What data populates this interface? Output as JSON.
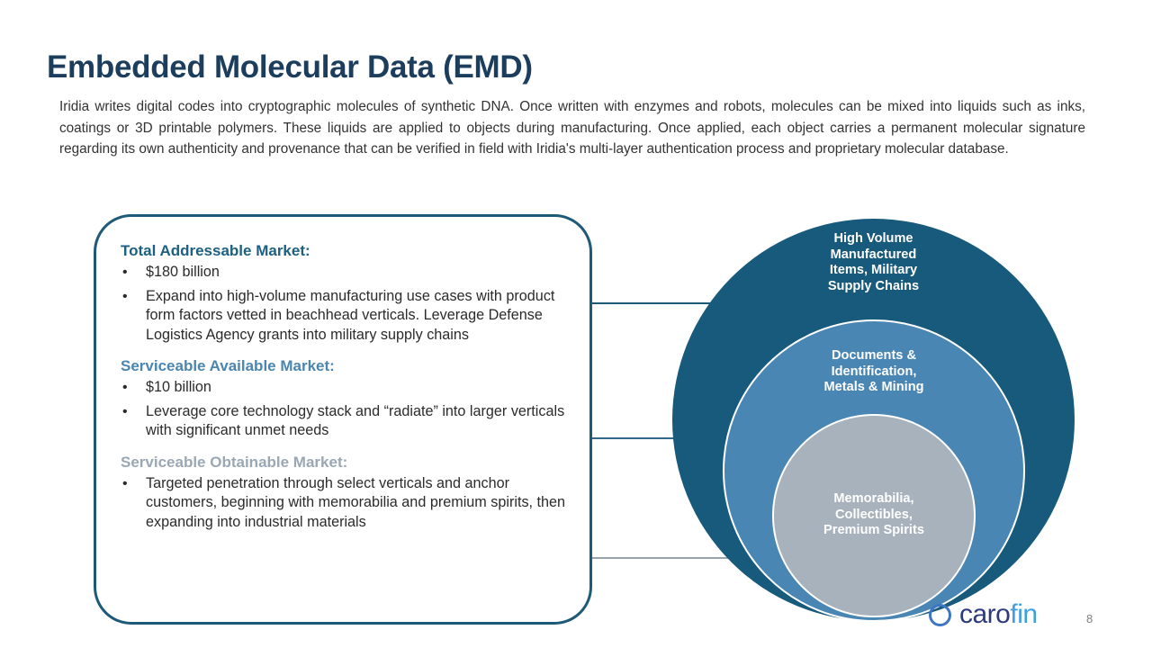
{
  "slide": {
    "title": "Embedded Molecular Data (EMD)",
    "page_number": "8",
    "intro_paragraph": "Iridia writes digital codes into cryptographic molecules of synthetic DNA. Once written with enzymes and robots, molecules can be mixed into liquids such as inks, coatings or 3D printable polymers.   These liquids are applied to objects during manufacturing. Once applied, each object carries a permanent molecular signature regarding its own authenticity and provenance that can be verified in field with Iridia's multi-layer authentication process and proprietary molecular database."
  },
  "market_box": {
    "sections": [
      {
        "key": "tam",
        "heading": "Total Addressable Market:",
        "heading_color": "#1d6080",
        "bullets": [
          "$180 billion",
          "Expand into high-volume manufacturing use cases with product form factors vetted in beachhead verticals.  Leverage Defense Logistics Agency grants into military supply chains"
        ]
      },
      {
        "key": "sam",
        "heading": "Serviceable Available Market:",
        "heading_color": "#4a86b0",
        "bullets": [
          "$10 billion",
          "Leverage core technology stack and “radiate” into larger verticals with significant unmet needs"
        ]
      },
      {
        "key": "som",
        "heading": "Serviceable Obtainable Market:",
        "heading_color": "#9aa7b4",
        "bullets": [
          "Targeted penetration through select verticals and anchor customers, beginning with memorabilia and premium spirits, then expanding into industrial materials"
        ]
      }
    ],
    "bullet_glyph": "•"
  },
  "diagram": {
    "circles": [
      {
        "key": "outer",
        "label": "High Volume\nManufactured\nItems, Military\nSupply Chains",
        "color": "#175a7b"
      },
      {
        "key": "middle",
        "label": "Documents &\nIdentification,\nMetals & Mining",
        "color": "#4a86b4"
      },
      {
        "key": "inner",
        "label": "Memorabilia,\nCollectibles,\nPremium Spirits",
        "color": "#a8b2bc"
      }
    ]
  },
  "logo": {
    "name_part1": "caro",
    "name_part2": "fin",
    "mark_color": "#3f76c4",
    "part1_color": "#2e3a7a",
    "part2_color": "#3f9fe0"
  }
}
